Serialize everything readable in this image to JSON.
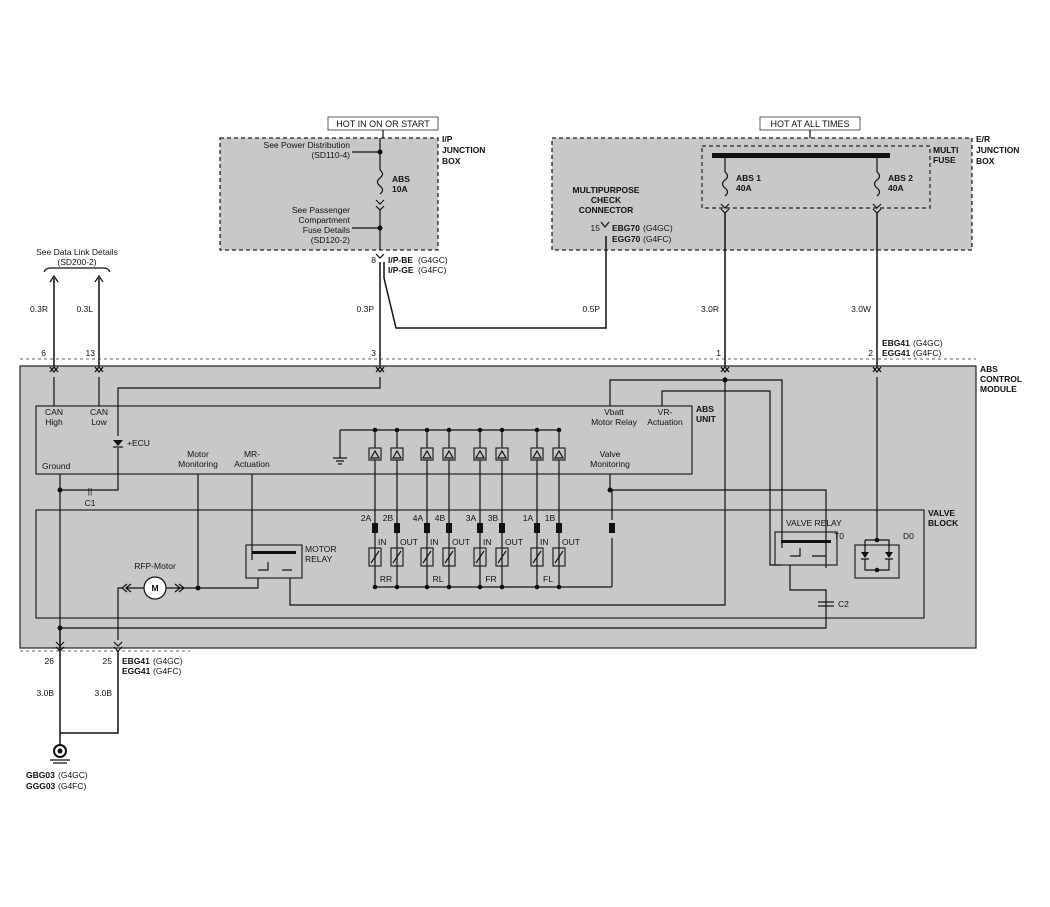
{
  "hot_run": "HOT IN ON OR START",
  "hot_all": "HOT AT ALL TIMES",
  "ip_box": {
    "title1": "I/P",
    "title2": "JUNCTION",
    "title3": "BOX",
    "see_power1": "See Power Distribution",
    "see_power2": "(SD110-4)",
    "fuse_name": "ABS",
    "fuse_rating": "10A",
    "see_pass1": "See Passenger",
    "see_pass2": "Compartment",
    "see_pass3": "Fuse Details",
    "see_pass4": "(SD120-2)",
    "pin": "8",
    "conn1": "I/P-BE",
    "conn1_var": "(G4GC)",
    "conn2": "I/P-GE",
    "conn2_var": "(G4FC)"
  },
  "er_box": {
    "title1": "E/R",
    "title2": "JUNCTION",
    "title3": "BOX",
    "multi1": "MULTI",
    "multi2": "FUSE",
    "fuse1_name": "ABS 1",
    "fuse1_rating": "40A",
    "fuse2_name": "ABS 2",
    "fuse2_rating": "40A",
    "mpc1": "MULTIPURPOSE",
    "mpc2": "CHECK",
    "mpc3": "CONNECTOR",
    "mpc_pin": "15",
    "mpc_conn1": "EBG70",
    "mpc_conn1_var": "(G4GC)",
    "mpc_conn2": "EGG70",
    "mpc_conn2_var": "(G4FC)"
  },
  "data_link": {
    "line1": "See Data Link Details",
    "line2": "(SD200-2)"
  },
  "wires": {
    "w1": "0.3R",
    "w2": "0.3L",
    "w3": "0.3P",
    "w4": "0.5P",
    "w5": "3.0R",
    "w6": "3.0W",
    "g1": "3.0B",
    "g2": "3.0B"
  },
  "pins": {
    "p6": "6",
    "p13": "13",
    "p3": "3",
    "p1": "1",
    "p2": "2",
    "p26": "26",
    "p25": "25"
  },
  "abs_conn": {
    "c1": "EBG41",
    "c1_var": "(G4GC)",
    "c2": "EGG41",
    "c2_var": "(G4FC)"
  },
  "module": {
    "l1": "ABS",
    "l2": "CONTROL",
    "l3": "MODULE"
  },
  "abs_unit": {
    "l1": "ABS",
    "l2": "UNIT",
    "can_high1": "CAN",
    "can_high2": "High",
    "can_low1": "CAN",
    "can_low2": "Low",
    "ecu": "+ECU",
    "ground": "Ground",
    "motor_mon1": "Motor",
    "motor_mon2": "Monitoring",
    "mr_act1": "MR-",
    "mr_act2": "Actuation",
    "vbatt1": "Vbatt",
    "vbatt2": "Motor Relay",
    "vr1": "VR-",
    "vr2": "Actuation",
    "valve_mon1": "Valve",
    "valve_mon2": "Monitoring"
  },
  "c1_label": "C1",
  "c2_label": "C2",
  "valve_block": {
    "l1": "VALVE",
    "l2": "BLOCK",
    "valve_labels": [
      "2A",
      "2B",
      "4A",
      "4B",
      "3A",
      "3B",
      "1A",
      "1B"
    ],
    "in_label": "IN",
    "out_label": "OUT",
    "wheels": [
      "RR",
      "RL",
      "FR",
      "FL"
    ],
    "rfp_motor": "RFP-Motor",
    "motor_m": "M",
    "motor_relay1": "MOTOR",
    "motor_relay2": "RELAY",
    "valve_relay": "VALVE RELAY",
    "t0": "T0",
    "d0": "D0"
  },
  "ground_conn": {
    "c1": "GBG03",
    "c1_var": "(G4GC)",
    "c2": "GGG03",
    "c2_var": "(G4FC)"
  },
  "bottom_conn": {
    "c1": "EBG41",
    "c1_var": "(G4GC)",
    "c2": "EGG41",
    "c2_var": "(G4FC)"
  }
}
